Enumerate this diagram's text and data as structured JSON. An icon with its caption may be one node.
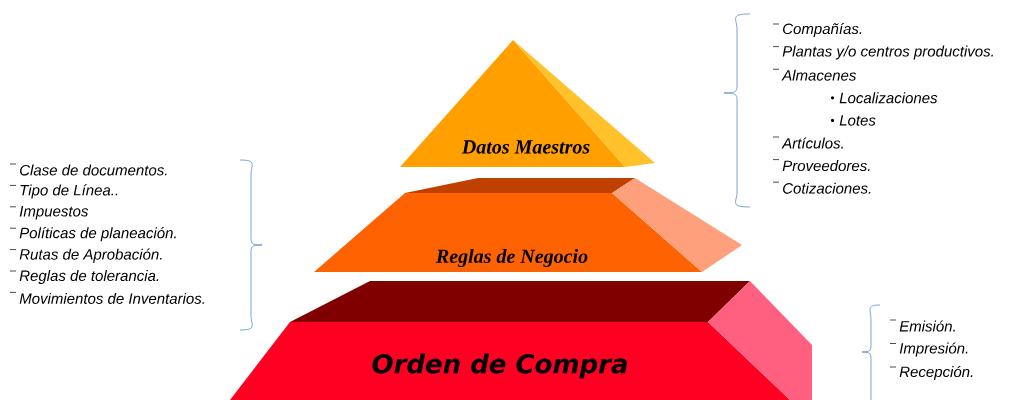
{
  "diagram": {
    "nodes": [
      {
        "text": [
          "Datos Maestros"
        ],
        "beside": [
          "Compañías.",
          "Plantas y/o centros productivos.",
          "Almacenes",
          "Localizaciones",
          "Lotes",
          "Artículos.",
          "Proveedores.",
          "Cotizaciones."
        ]
      },
      {
        "text": [
          "Reglas de Negocio"
        ],
        "beside": [
          "Clase de documentos.",
          "Tipo de Línea..",
          "Impuestos",
          "Políticas de planeación.",
          "Rutas de Aprobación.",
          "Reglas de tolerancia.",
          "Movimientos de Inventarios."
        ]
      },
      {
        "text": [
          "Orden de Compra"
        ],
        "beside": [
          "Emisión.",
          "Impresión.",
          "Recepción."
        ]
      }
    ]
  }
}
